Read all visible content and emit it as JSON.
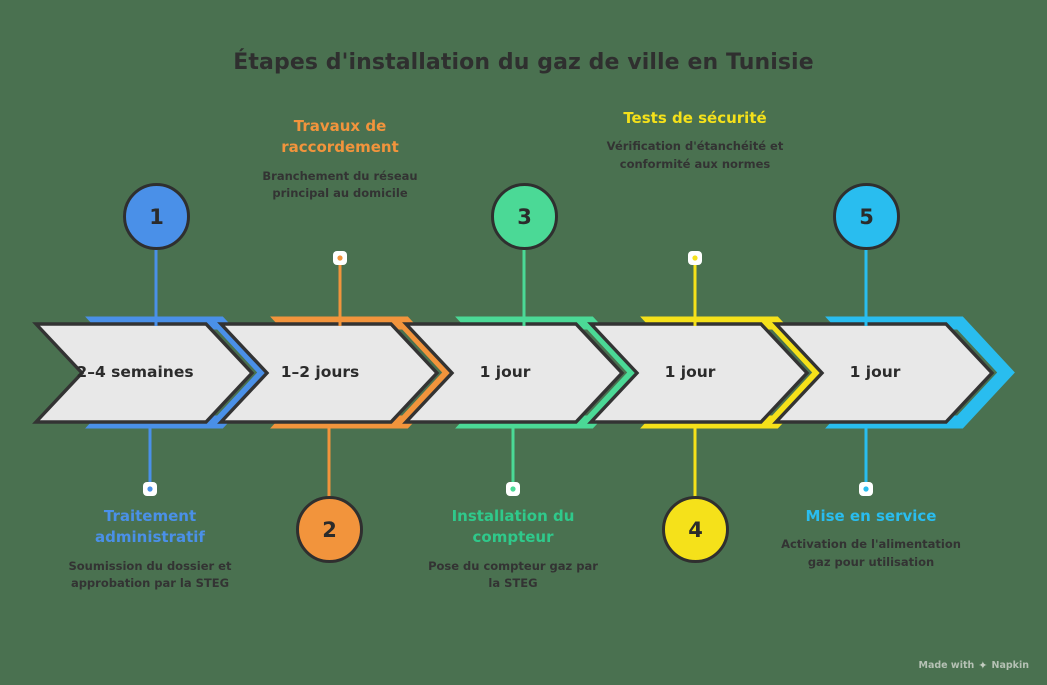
{
  "meta": {
    "title": "Étapes d'installation du gaz de ville en Tunisie",
    "background_color": "#4a7150",
    "band_fill": "#e8e8e8",
    "outline_color": "#333333"
  },
  "watermark": {
    "text_before": "Made with",
    "icon": "napkin-sparkle-icon",
    "brand": "Napkin"
  },
  "chart_data": {
    "type": "table",
    "title": "Étapes d'installation du gaz de ville en Tunisie",
    "categories": [
      "1",
      "2",
      "3",
      "4",
      "5"
    ],
    "steps": [
      {
        "number": "1",
        "heading": "Traitement administratif",
        "description": "Soumission du dossier et approbation par la STEG",
        "duration": "2–4 semaines",
        "color": "#4a90e8",
        "side": "below"
      },
      {
        "number": "2",
        "heading": "Travaux de raccordement",
        "description": "Branchement du réseau principal au domicile",
        "duration": "1–2 jours",
        "color": "#f2943c",
        "side": "above"
      },
      {
        "number": "3",
        "heading": "Installation du compteur",
        "description": "Pose du compteur gaz par la STEG",
        "duration": "1 jour",
        "color": "#4bd996",
        "side": "below"
      },
      {
        "number": "4",
        "heading": "Tests de sécurité",
        "description": "Vérification d'étanchéité et conformité aux normes",
        "duration": "1 jour",
        "color": "#f5e11a",
        "side": "above"
      },
      {
        "number": "5",
        "heading": "Mise en service",
        "description": "Activation de l'alimentation gaz pour utilisation",
        "duration": "1 jour",
        "color": "#29bdef",
        "side": "below"
      }
    ]
  }
}
